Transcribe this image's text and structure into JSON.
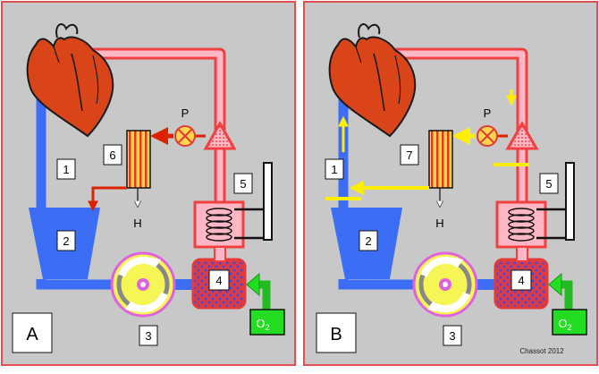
{
  "panels": [
    {
      "id": "a",
      "letter": "A",
      "labels": {
        "n1": "1",
        "n2": "2",
        "n3": "3",
        "n4": "4",
        "n5": "5",
        "hx": "6"
      },
      "p_label": "P",
      "h_label": "H",
      "o2_label": "O",
      "o2_sub": "2"
    },
    {
      "id": "b",
      "letter": "B",
      "labels": {
        "n1": "1",
        "n2": "2",
        "n3": "3",
        "n4": "4",
        "n5": "5",
        "hx": "7"
      },
      "p_label": "P",
      "h_label": "H",
      "o2_label": "O",
      "o2_sub": "2"
    }
  ],
  "credit": "Chassot 2012",
  "colors": {
    "panel_bg": "#c8c8c8",
    "frame": "#e05050",
    "venous": "#3b6ef5",
    "arterial_fill": "#ffb7c6",
    "arterial_edge": "#f04040",
    "heart": "#d94418",
    "pump": "#f5f555",
    "pump_ring": "#e060e0",
    "oxygen": "#22dd22",
    "heat_stripe": "#ffd84a",
    "arrow_red": "#dd2200",
    "arrow_yellow": "#ffee00"
  },
  "icons": [
    "heart-icon",
    "roller-pump-icon",
    "oxygenator-icon",
    "heat-exchanger-icon",
    "pressure-gauge-icon",
    "arterial-filter-icon"
  ]
}
